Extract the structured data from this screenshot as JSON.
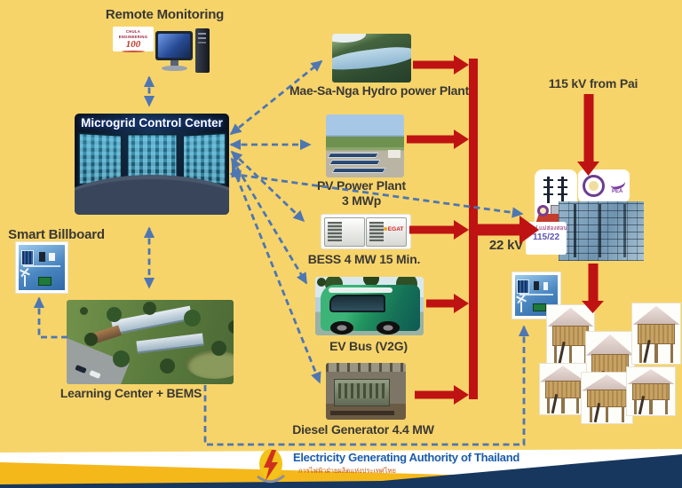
{
  "slide": {
    "background": "#F7D46A",
    "colors": {
      "arrow_red": "#BE1312",
      "arrow_blue": "#4E76B2",
      "label_text": "#3A3833",
      "footer_gold": "#F5B81B",
      "footer_blue": "#17375E",
      "footer_text_blue": "#1A5CAB",
      "footer_text_orange": "#C05512"
    }
  },
  "nodes": {
    "remote_monitoring": {
      "label": "Remote Monitoring"
    },
    "chula": {
      "line1": "CHULA ENGINEERING",
      "mark": "100"
    },
    "control_center": {
      "title": "Microgrid Control Center"
    },
    "smart_billboard": {
      "label": "Smart Billboard"
    },
    "learning_center": {
      "label": "Learning Center + BEMS"
    },
    "hydro": {
      "label": "Mae-Sa-Nga Hydro power Plant"
    },
    "pv": {
      "label_line1": "PV Power Plant",
      "label_line2": "3 MWp"
    },
    "bess": {
      "label": "BESS 4 MW 15 Min.",
      "brand": "EGAT"
    },
    "ev_bus": {
      "label": "EV Bus (V2G)"
    },
    "diesel": {
      "label": "Diesel Generator 4.4 MW"
    },
    "grid": {
      "incoming": "115 kV from Pai",
      "bus_voltage": "22 kV"
    },
    "substation": {
      "name_th": "สฟฟ.แม่ฮ่องสอน",
      "ratio": "115/22",
      "pea": "PEA"
    }
  },
  "footer": {
    "org_en": "Electricity Generating Authority of Thailand",
    "org_th": "การไฟฟ้าฝ่ายผลิตแห่งประเทศไทย"
  }
}
